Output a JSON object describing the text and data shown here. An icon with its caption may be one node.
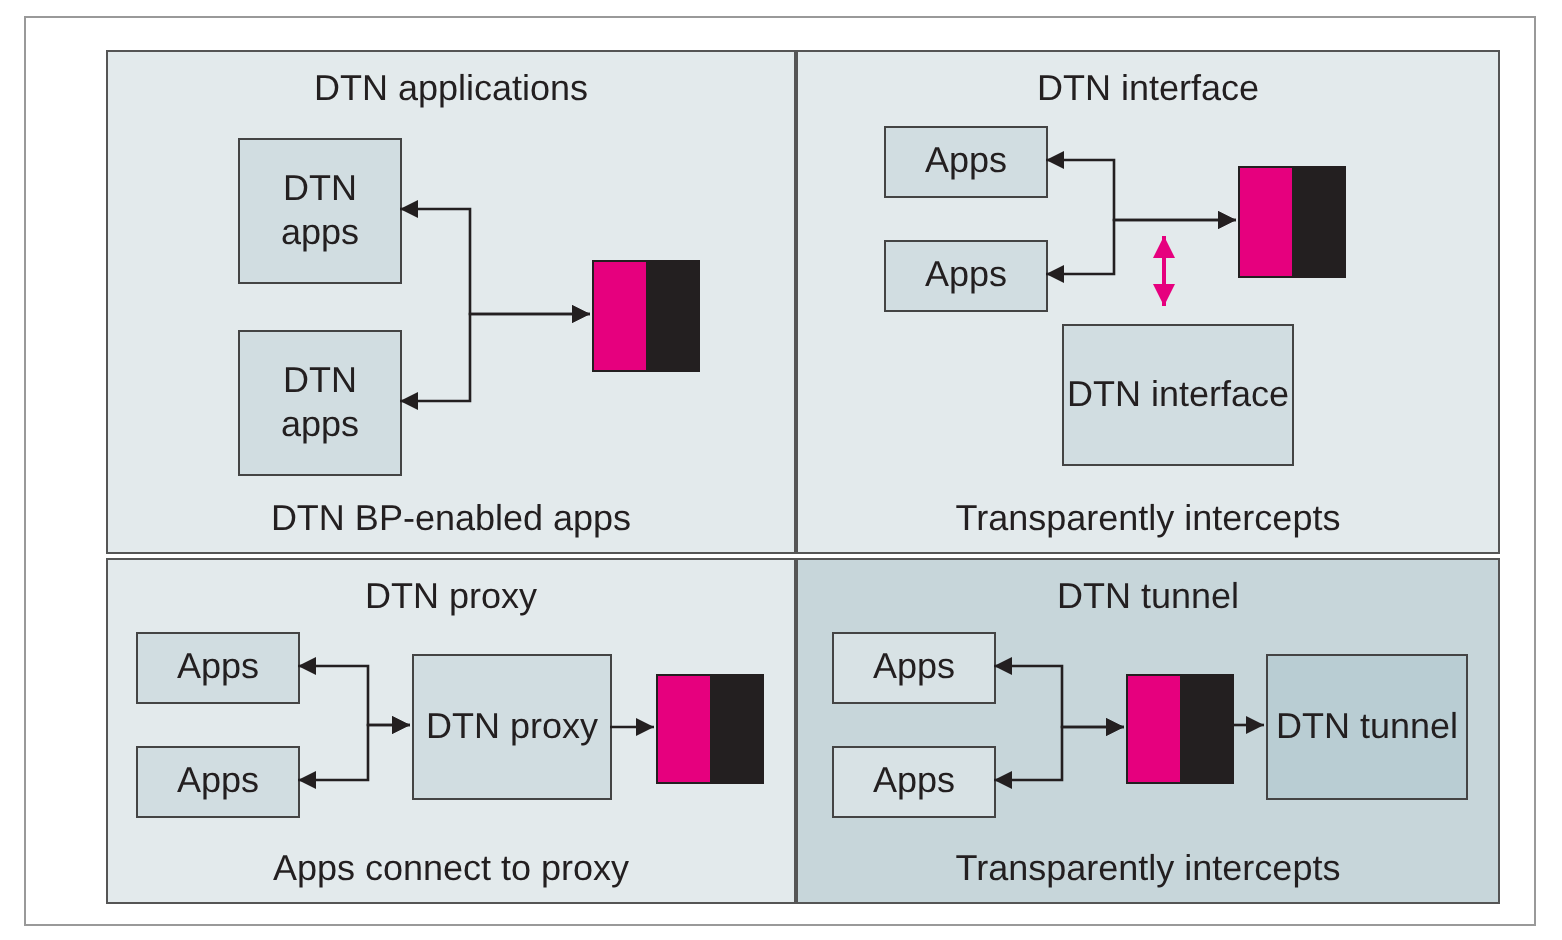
{
  "diagram": {
    "nodes": [
      {
        "text": [
          "DTN applications",
          "DTN BP-enabled apps"
        ]
      },
      {
        "text": [
          "DTN apps"
        ],
        "in": 0
      },
      {
        "text": [
          "DTN apps"
        ],
        "in": 0
      },
      {
        "text": [],
        "shape": "box",
        "in": 0
      },
      {
        "text": [
          "DTN interface",
          "Transparently intercepts"
        ]
      },
      {
        "text": [
          "Apps"
        ],
        "in": 4
      },
      {
        "text": [
          "Apps"
        ],
        "in": 4
      },
      {
        "text": [],
        "shape": "box",
        "in": 4
      },
      {
        "text": [
          "DTN interface"
        ],
        "in": 4
      },
      {
        "text": [
          "DTN proxy",
          "Apps connect to proxy"
        ]
      },
      {
        "text": [
          "Apps"
        ],
        "in": 9
      },
      {
        "text": [
          "Apps"
        ],
        "in": 9
      },
      {
        "text": [
          "DTN proxy"
        ],
        "in": 9
      },
      {
        "text": [],
        "shape": "box",
        "in": 9
      },
      {
        "text": [
          "DTN tunnel",
          "Transparently intercepts"
        ]
      },
      {
        "text": [
          "Apps"
        ],
        "in": 14
      },
      {
        "text": [
          "Apps"
        ],
        "in": 14
      },
      {
        "text": [],
        "shape": "box",
        "in": 14
      },
      {
        "text": [
          "DTN tunnel"
        ],
        "in": 14
      }
    ],
    "edges": [
      {
        "from": 1,
        "to": 3,
        "arrow": "both"
      },
      {
        "from": 2,
        "to": 3,
        "arrow": "both"
      },
      {
        "from": 5,
        "to": 7,
        "arrow": "both"
      },
      {
        "from": 6,
        "to": 7,
        "arrow": "both"
      },
      {
        "from": null,
        "to": 8,
        "arrow": "both",
        "color": "#e6007e"
      },
      {
        "from": 10,
        "to": 12,
        "arrow": "both"
      },
      {
        "from": 11,
        "to": 12,
        "arrow": "both"
      },
      {
        "from": 12,
        "to": 13,
        "arrow": "to"
      },
      {
        "from": 15,
        "to": 17,
        "arrow": "both"
      },
      {
        "from": 16,
        "to": 17,
        "arrow": "both"
      },
      {
        "from": 17,
        "to": 18,
        "arrow": "to"
      }
    ]
  }
}
